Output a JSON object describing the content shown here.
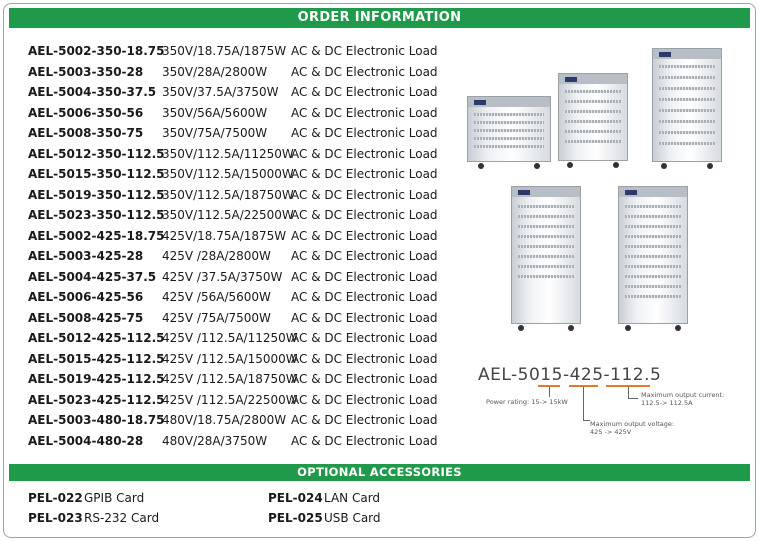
{
  "header": {
    "title": "ORDER INFORMATION"
  },
  "orders": [
    {
      "model": "AEL-5002-350-18.75",
      "spec": "350V/18.75A/1875W",
      "type": "AC & DC Electronic Load"
    },
    {
      "model": "AEL-5003-350-28",
      "spec": "350V/28A/2800W",
      "type": "AC & DC Electronic Load"
    },
    {
      "model": "AEL-5004-350-37.5",
      "spec": "350V/37.5A/3750W",
      "type": "AC & DC Electronic Load"
    },
    {
      "model": "AEL-5006-350-56",
      "spec": "350V/56A/5600W",
      "type": "AC & DC Electronic Load"
    },
    {
      "model": "AEL-5008-350-75",
      "spec": "350V/75A/7500W",
      "type": "AC & DC Electronic Load"
    },
    {
      "model": "AEL-5012-350-112.5",
      "spec": "350V/112.5A/11250W",
      "type": "AC & DC Electronic Load"
    },
    {
      "model": "AEL-5015-350-112.5",
      "spec": "350V/112.5A/15000W",
      "type": "AC & DC Electronic Load"
    },
    {
      "model": "AEL-5019-350-112.5",
      "spec": "350V/112.5A/18750W",
      "type": "AC & DC Electronic Load"
    },
    {
      "model": "AEL-5023-350-112.5",
      "spec": "350V/112.5A/22500W",
      "type": "AC & DC Electronic Load"
    },
    {
      "model": "AEL-5002-425-18.75",
      "spec": "425V/18.75A/1875W",
      "type": "AC & DC Electronic Load"
    },
    {
      "model": "AEL-5003-425-28",
      "spec": "425V /28A/2800W",
      "type": "AC & DC Electronic Load"
    },
    {
      "model": "AEL-5004-425-37.5",
      "spec": "425V /37.5A/3750W",
      "type": "AC & DC Electronic Load"
    },
    {
      "model": "AEL-5006-425-56",
      "spec": "425V /56A/5600W",
      "type": "AC & DC Electronic Load"
    },
    {
      "model": "AEL-5008-425-75",
      "spec": "425V /75A/7500W",
      "type": "AC & DC Electronic Load"
    },
    {
      "model": "AEL-5012-425-112.5",
      "spec": "425V /112.5A/11250W",
      "type": "AC & DC Electronic Load"
    },
    {
      "model": "AEL-5015-425-112.5",
      "spec": "425V /112.5A/15000W",
      "type": "AC & DC Electronic Load"
    },
    {
      "model": "AEL-5019-425-112.5",
      "spec": "425V /112.5A/18750W",
      "type": "AC & DC Electronic Load"
    },
    {
      "model": "AEL-5023-425-112.5",
      "spec": "425V /112.5A/22500W",
      "type": "AC & DC Electronic Load"
    },
    {
      "model": "AEL-5003-480-18.75",
      "spec": "480V/18.75A/2800W",
      "type": "AC & DC Electronic Load"
    },
    {
      "model": "AEL-5004-480-28",
      "spec": "480V/28A/3750W",
      "type": "AC & DC Electronic Load"
    }
  ],
  "naming": {
    "example": "AEL-5015-425-112.5",
    "power_note": "Power rating: 15-> 15kW",
    "voltage_note_1": "Maximum output voltage:",
    "voltage_note_2": "425 -> 425V",
    "current_note_1": "Maximum output current:",
    "current_note_2": "112.5-> 112.5A"
  },
  "accessories": {
    "title": "OPTIONAL ACCESSORIES",
    "items": [
      {
        "code": "PEL-022",
        "name": "GPIB Card"
      },
      {
        "code": "PEL-023",
        "name": "RS-232 Card"
      },
      {
        "code": "PEL-024",
        "name": "LAN Card"
      },
      {
        "code": "PEL-025",
        "name": "USB Card"
      }
    ]
  },
  "colors": {
    "accent": "#1f9a4a",
    "highlight": "#e8762c"
  }
}
